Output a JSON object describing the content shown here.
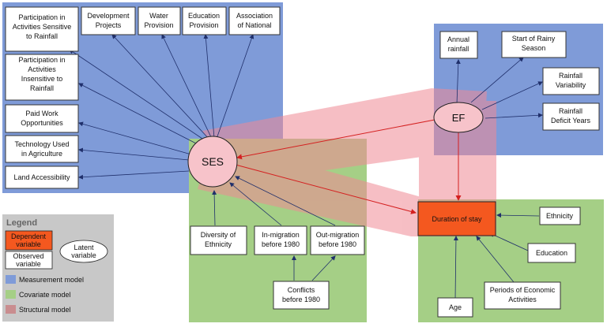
{
  "nodes": {
    "ses": "SES",
    "ef": "EF",
    "duration": "Duration of stay",
    "participation_sensitive": [
      "Participation in",
      "Activities Sensitive",
      "to Rainfall"
    ],
    "development_projects": [
      "Development",
      "Projects"
    ],
    "water_provision": [
      "Water",
      "Provision"
    ],
    "education_provision": [
      "Education",
      "Provision"
    ],
    "association_national": [
      "Association",
      "of National"
    ],
    "participation_insensitive": [
      "Participation in",
      "Activities",
      "Insensitive to",
      "Rainfall"
    ],
    "paid_work": [
      "Paid Work",
      "Opportunities"
    ],
    "technology": [
      "Technology Used",
      "in Agriculture"
    ],
    "land": [
      "Land Accessibility"
    ],
    "diversity": [
      "Diversity of",
      "Ethnicity"
    ],
    "in_migration": [
      "In-migration",
      "before 1980"
    ],
    "out_migration": [
      "Out-migration",
      "before 1980"
    ],
    "conflicts": [
      "Conflicts",
      "before 1980"
    ],
    "annual_rainfall": [
      "Annual",
      "rainfall"
    ],
    "start_rainy": [
      "Start of Rainy",
      "Season"
    ],
    "rainfall_variability": [
      "Rainfall",
      "Variability"
    ],
    "rainfall_deficit": [
      "Rainfall",
      "Deficit Years"
    ],
    "ethnicity": [
      "Ethnicity"
    ],
    "education": [
      "Education"
    ],
    "periods_economic": [
      "Periods of Economic",
      "Activities"
    ],
    "age": [
      "Age"
    ]
  },
  "legend": {
    "title": "Legend",
    "dependent": [
      "Dependent",
      "variable"
    ],
    "observed": [
      "Observed",
      "variable"
    ],
    "latent": [
      "Latent",
      "variable"
    ],
    "measurement": "Measurement model",
    "covariate": "Covariate model",
    "structural": "Structural model"
  },
  "colors": {
    "measurement": "#7f9bd8",
    "covariate": "#a5cf86",
    "structural": "#f0a0a6",
    "dependent": "#f4581f",
    "latent_fill": "#f7c3ca",
    "legend_bg": "#c8c8c8",
    "arrow": "#1f2f6b",
    "structural_arrow": "#d42020"
  }
}
